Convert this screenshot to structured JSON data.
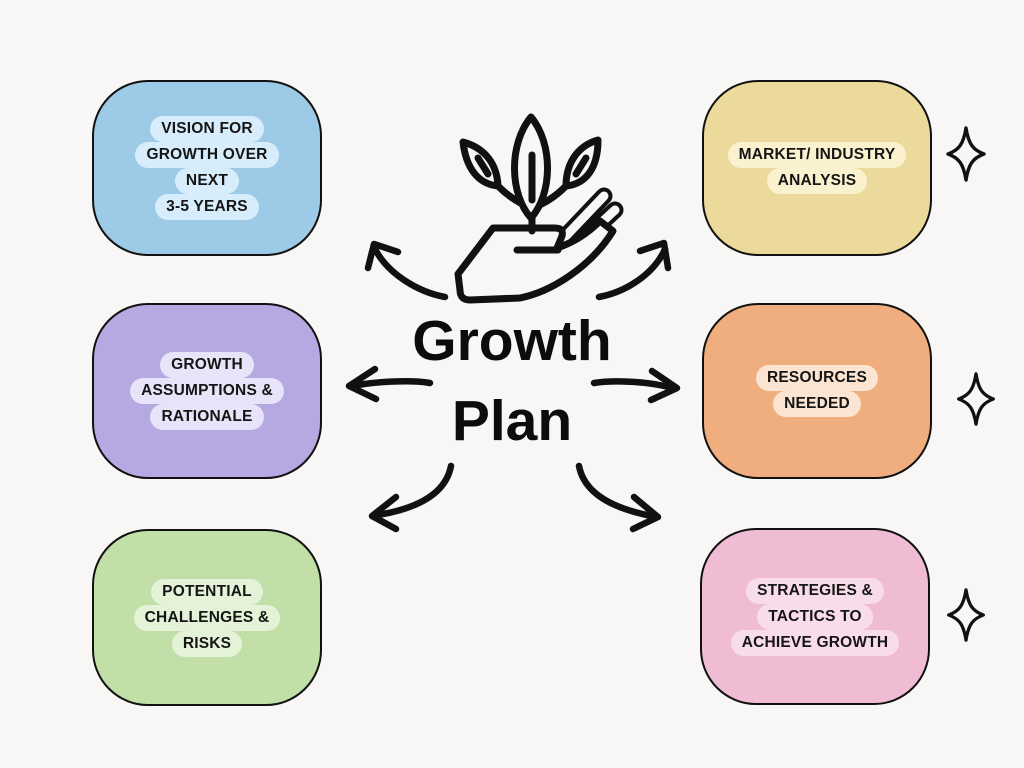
{
  "page": {
    "background_color": "#f8f7f5",
    "ink_color": "#111111"
  },
  "title": {
    "line1": "Growth",
    "line2": "Plan"
  },
  "center_icon": "hand-holding-plant",
  "decorations": {
    "sparkle_icon": "four-point-sparkle",
    "sparkle_count": 3,
    "arrows": [
      "up-left",
      "up-right",
      "left",
      "right",
      "down-left",
      "down-right"
    ]
  },
  "boxes": {
    "vision": {
      "position": "top-left",
      "fill": "#9dcbe7",
      "highlight": "#d7edfb",
      "lines": [
        "VISION FOR",
        "GROWTH OVER",
        "NEXT",
        "3-5 YEARS"
      ]
    },
    "market": {
      "position": "top-right",
      "fill": "#ecd99c",
      "highlight": "#faf1cf",
      "lines": [
        "MARKET/ INDUSTRY",
        "ANALYSIS"
      ]
    },
    "assumptions": {
      "position": "middle-left",
      "fill": "#b6a8e1",
      "highlight": "#e7e3f8",
      "lines": [
        "GROWTH",
        "ASSUMPTIONS &",
        "RATIONALE"
      ]
    },
    "resources": {
      "position": "middle-right",
      "fill": "#f0ae7e",
      "highlight": "#fce4d3",
      "lines": [
        "RESOURCES",
        "NEEDED"
      ]
    },
    "challenges": {
      "position": "bottom-left",
      "fill": "#c2dfa8",
      "highlight": "#e4f2d8",
      "lines": [
        "POTENTIAL",
        "CHALLENGES &",
        "RISKS"
      ]
    },
    "strategies": {
      "position": "bottom-right",
      "fill": "#f0bcd4",
      "highlight": "#f9dcea",
      "lines": [
        "STRATEGIES &",
        "TACTICS TO",
        "ACHIEVE GROWTH"
      ]
    }
  }
}
